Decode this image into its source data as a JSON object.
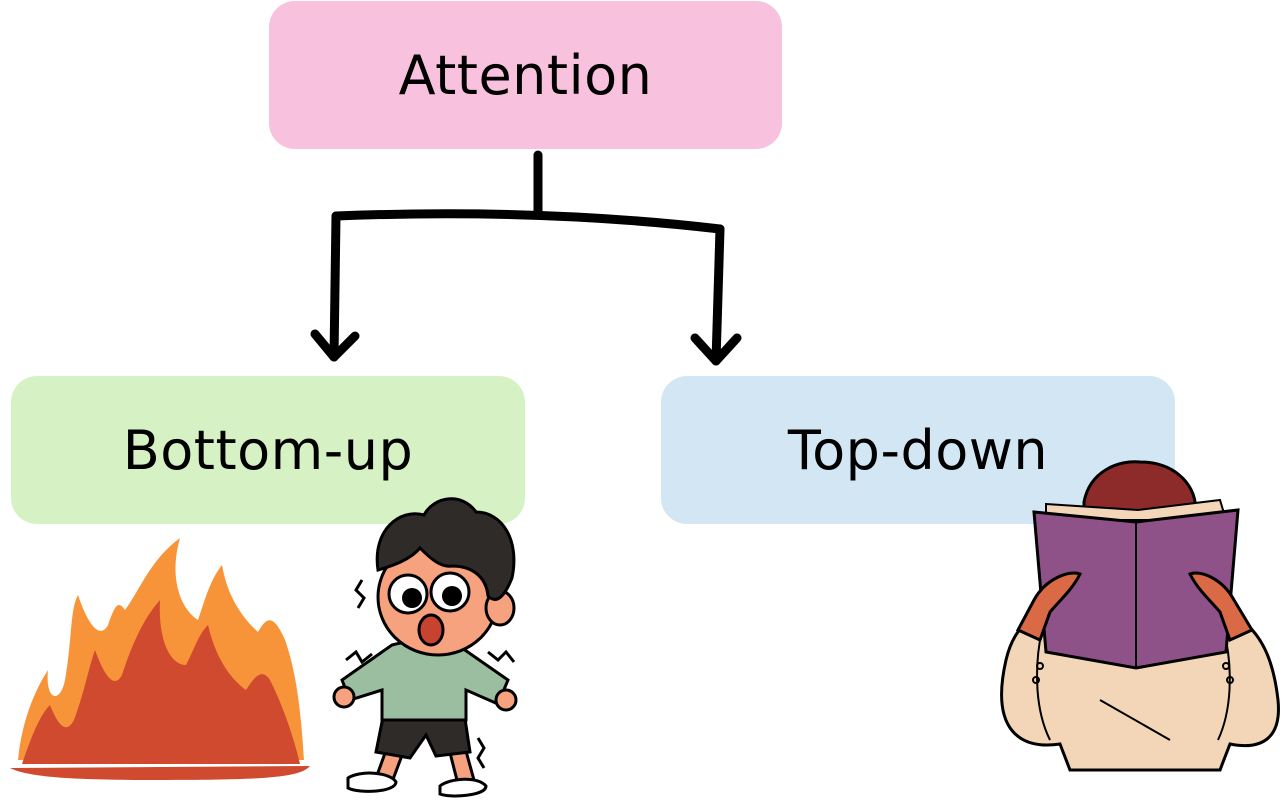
{
  "diagram": {
    "root": {
      "label": "Attention",
      "color": "#f8c1de"
    },
    "children": [
      {
        "label": "Bottom-up",
        "color": "#d6f2c5"
      },
      {
        "label": "Top-down",
        "color": "#d2e6f3"
      }
    ],
    "connector_color": "#000000"
  },
  "illustrations": {
    "bottom_up": [
      "fire-icon",
      "startled-boy-icon"
    ],
    "top_down": [
      "reading-woman-icon"
    ]
  }
}
